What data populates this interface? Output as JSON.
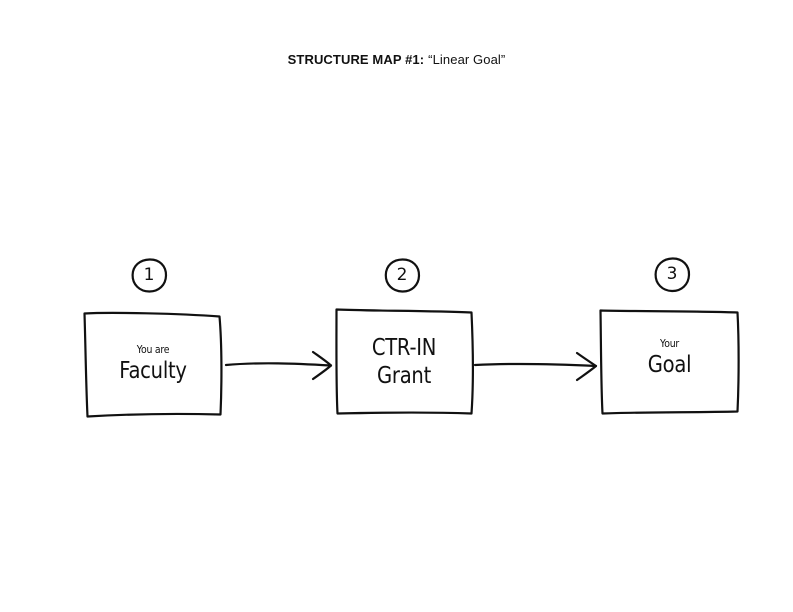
{
  "title": {
    "bold": "STRUCTURE MAP #1:",
    "normal": "“Linear Goal”"
  },
  "steps": [
    {
      "number": "1",
      "small": "You are",
      "big": [
        "Faculty"
      ]
    },
    {
      "number": "2",
      "small": "",
      "big": [
        "CTR-IN",
        "Grant"
      ]
    },
    {
      "number": "3",
      "small": "Your",
      "big": [
        "Goal"
      ]
    }
  ]
}
